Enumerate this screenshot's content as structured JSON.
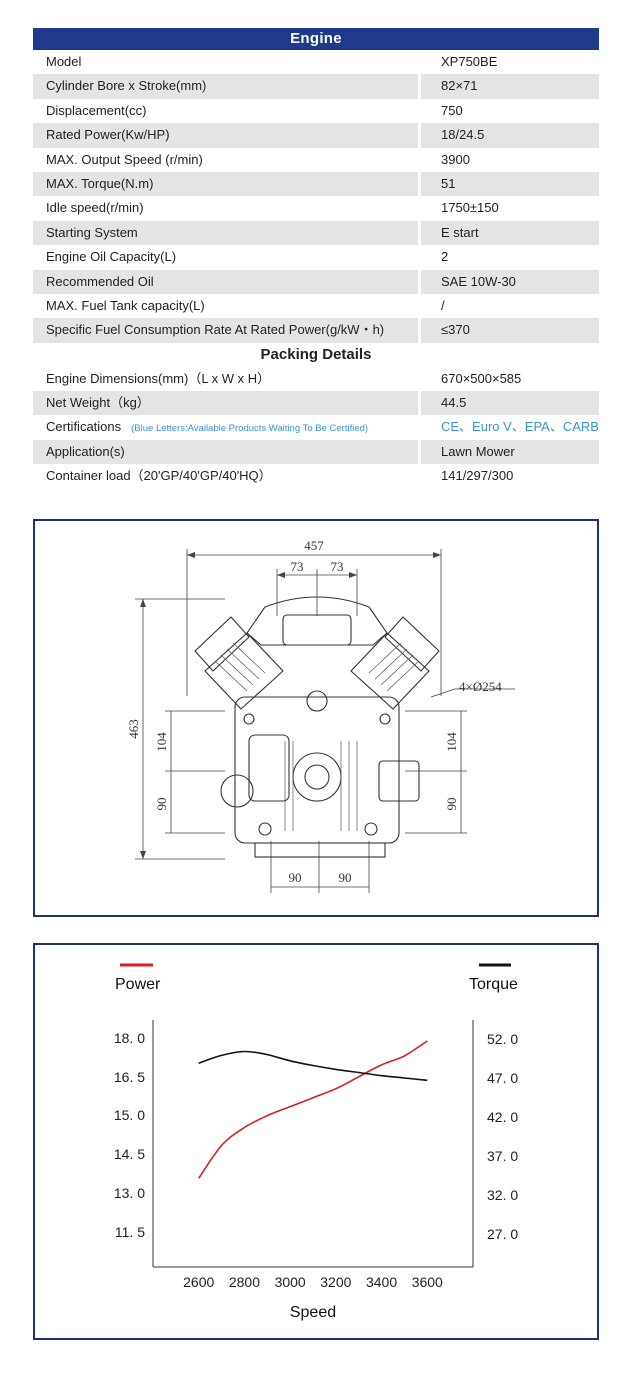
{
  "engine": {
    "title": "Engine",
    "rows": [
      {
        "label": "Model",
        "value": "XP750BE"
      },
      {
        "label": "Cylinder Bore x Stroke(mm)",
        "value": "82×71"
      },
      {
        "label": "Displacement(cc)",
        "value": "750"
      },
      {
        "label": "Rated Power(Kw/HP)",
        "value": "18/24.5"
      },
      {
        "label": "MAX. Output Speed (r/min)",
        "value": "3900"
      },
      {
        "label": "MAX. Torque(N.m)",
        "value": "51"
      },
      {
        "label": "Idle speed(r/min)",
        "value": "1750±150"
      },
      {
        "label": "Starting System",
        "value": "E start"
      },
      {
        "label": "Engine Oil Capacity(L)",
        "value": "2"
      },
      {
        "label": "Recommended Oil",
        "value": "SAE 10W-30"
      },
      {
        "label": "MAX. Fuel Tank capacity(L)",
        "value": "/"
      },
      {
        "label": "Specific Fuel Consumption Rate At Rated Power(g/kW・h)",
        "value": "≤370"
      }
    ]
  },
  "packing": {
    "title": "Packing Details",
    "rows": [
      {
        "label": "Engine Dimensions(mm)（L x W x H）",
        "value": "670×500×585"
      },
      {
        "label": "Net Weight（kg）",
        "value": "44.5"
      },
      {
        "label": "Certifications",
        "note": "(Blue Letters:Available Products Waiting To Be Certified)",
        "value": "CE、Euro V、EPA、CARB"
      },
      {
        "label": "Application(s)",
        "value": "Lawn Mower"
      },
      {
        "label": "Container load（20'GP/40'GP/40'HQ）",
        "value": "141/297/300"
      }
    ]
  },
  "drawing": {
    "dims": {
      "width": "457",
      "offset_left": "73",
      "offset_right": "73",
      "height": "463",
      "mount_holes": "4×Ø254",
      "left_upper": "104",
      "left_lower": "90",
      "right_upper": "104",
      "right_lower": "90",
      "bottom_left": "90",
      "bottom_right": "90"
    }
  },
  "chart_data": {
    "type": "line",
    "xlabel": "Speed",
    "x_ticks": [
      "2600",
      "2800",
      "3000",
      "3200",
      "3400",
      "3600"
    ],
    "y_left_label": "Power",
    "y_left_ticks": [
      "18. 0",
      "16. 5",
      "15. 0",
      "14. 5",
      "13. 0",
      "11. 5"
    ],
    "y_right_label": "Torque",
    "y_right_ticks": [
      "52. 0",
      "47. 0",
      "42. 0",
      "37. 0",
      "32. 0",
      "27. 0"
    ],
    "xlim": [
      2400,
      3800
    ],
    "series": [
      {
        "name": "Power",
        "axis": "left",
        "color": "#d42020",
        "x": [
          2600,
          2700,
          2800,
          2900,
          3000,
          3100,
          3200,
          3300,
          3400,
          3500,
          3600
        ],
        "y": [
          13.3,
          14.4,
          15.0,
          15.4,
          15.7,
          16.0,
          16.3,
          16.7,
          17.1,
          17.4,
          17.9
        ]
      },
      {
        "name": "Torque",
        "axis": "right",
        "color": "#111111",
        "x": [
          2600,
          2700,
          2800,
          2900,
          3000,
          3100,
          3200,
          3300,
          3400,
          3500,
          3600
        ],
        "y": [
          48.9,
          49.9,
          50.4,
          50.0,
          49.2,
          48.6,
          48.1,
          47.7,
          47.3,
          47.0,
          46.7
        ]
      }
    ]
  }
}
